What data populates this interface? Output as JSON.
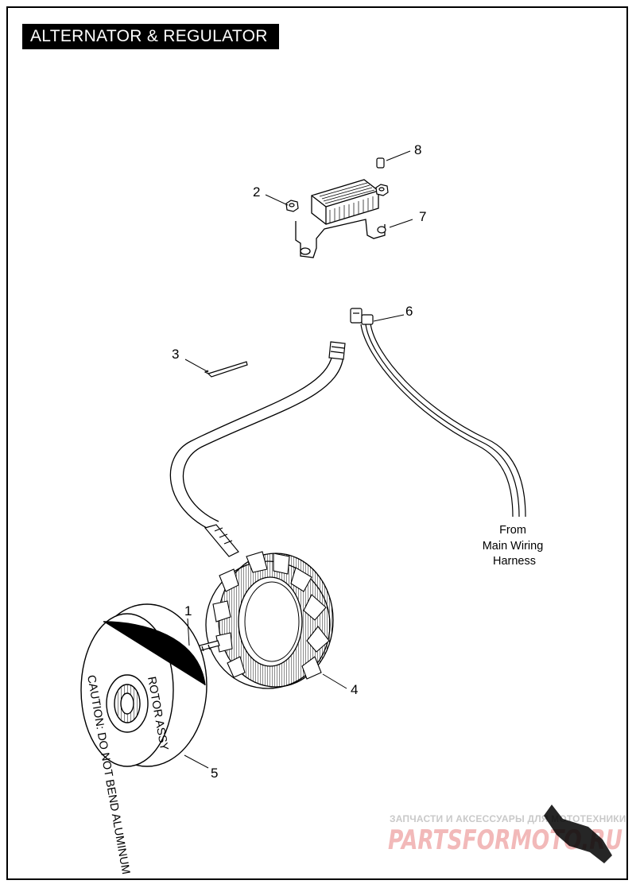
{
  "header": {
    "title": "ALTERNATOR & REGULATOR"
  },
  "callouts": [
    "1",
    "2",
    "3",
    "4",
    "5",
    "6",
    "7",
    "8"
  ],
  "note": {
    "line1": "From",
    "line2": "Main Wiring",
    "line3": "Harness"
  },
  "rotor_text": {
    "caution": "CAUTION: DO NOT BEND ALUMINUM",
    "serial": "ROTOR ASSY"
  },
  "watermark": {
    "tagline": "ЗАПЧАСТИ И АКСЕССУАРЫ ДЛЯ МОТОТЕХНИКИ",
    "brand": "PARTSFORMOTO.RU"
  },
  "colors": {
    "ink": "#000000",
    "paper": "#ffffff",
    "watermark": "#f2b9b9"
  }
}
